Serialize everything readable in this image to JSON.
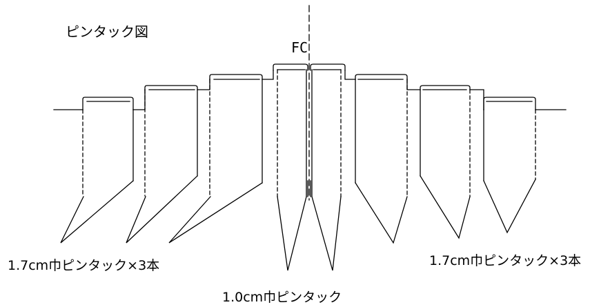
{
  "diagram": {
    "title": "ピンタック図",
    "center_mark": "FC",
    "labels": {
      "left_group": "1.7cm巾ピンタック×3本",
      "center_group": "1.0cm巾ピンタック",
      "right_group": "1.7cm巾ピンタック×3本"
    },
    "colors": {
      "line": "#000000",
      "background": "#ffffff"
    }
  }
}
